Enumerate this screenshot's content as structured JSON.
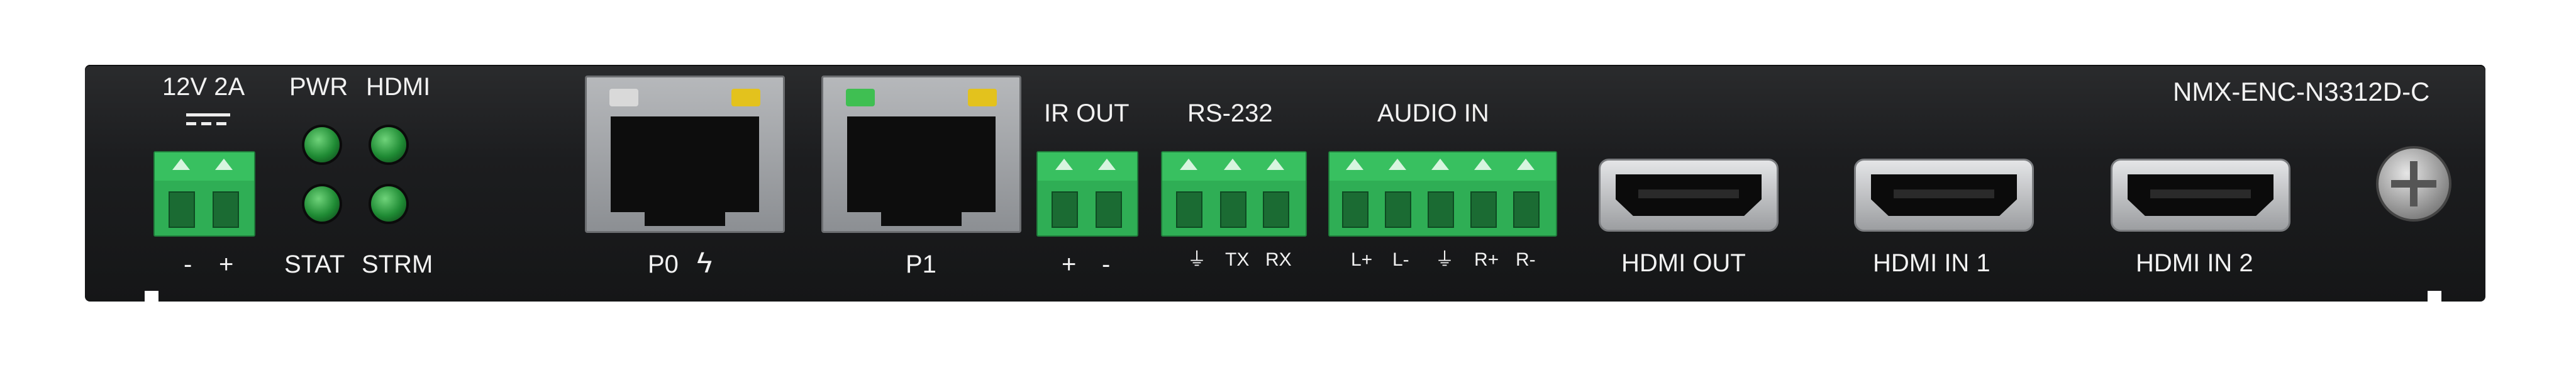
{
  "device": {
    "model": "NMX-ENC-N3312D-C",
    "power": {
      "label": "12V 2A",
      "minus": "-",
      "plus": "+"
    },
    "leds": {
      "pwr": "PWR",
      "hdmi": "HDMI",
      "stat": "STAT",
      "strm": "STRM"
    },
    "ports": {
      "p0": "P0",
      "p1": "P1",
      "ir_out": {
        "label": "IR OUT",
        "plus": "+",
        "minus": "-"
      },
      "rs232": {
        "label": "RS-232",
        "gnd": "⏚",
        "tx": "TX",
        "rx": "RX"
      },
      "audio_in": {
        "label": "AUDIO IN",
        "lplus": "L+",
        "lminus": "L-",
        "gnd": "⏚",
        "rplus": "R+",
        "rminus": "R-"
      },
      "hdmi_out": "HDMI OUT",
      "hdmi_in_1": "HDMI IN 1",
      "hdmi_in_2": "HDMI IN 2"
    },
    "colors": {
      "panel": "#1c1d1f",
      "terminal": "#2fae55",
      "led": "#2fae55"
    }
  }
}
